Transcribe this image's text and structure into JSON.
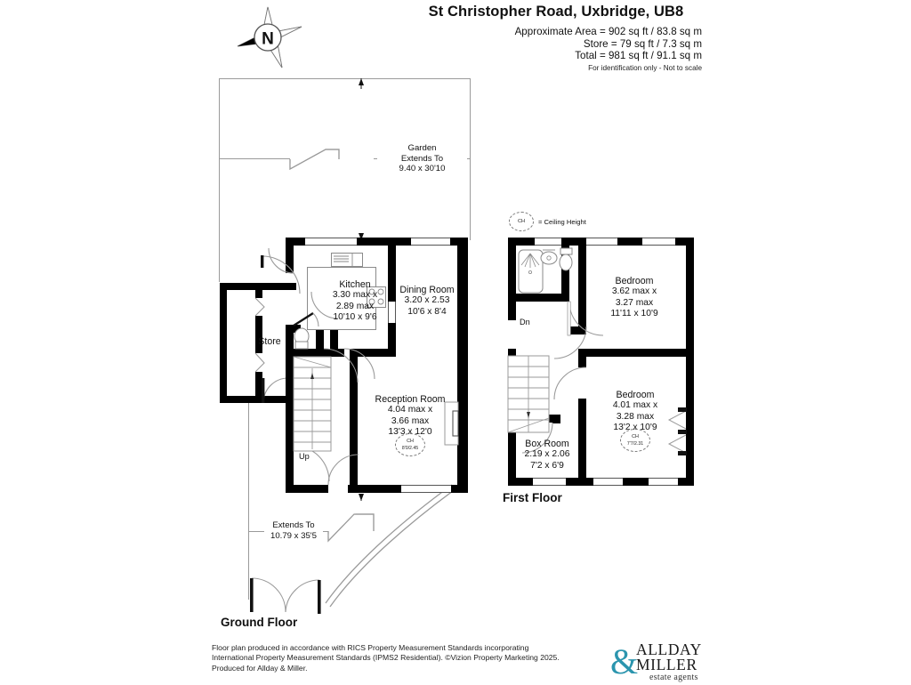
{
  "header": {
    "title": "St Christopher Road, Uxbridge, UB8",
    "approx_area": "Approximate Area = 902 sq ft / 83.8 sq m",
    "store_area": "Store = 79 sq ft / 7.3 sq m",
    "total_area": "Total = 981 sq ft / 91.1 sq m",
    "disclaimer": "For identification only - Not to scale"
  },
  "compass": {
    "label": "N"
  },
  "legend": {
    "ch_abbr": "CH",
    "ch_meaning": "=  Ceiling Height"
  },
  "ground_floor": {
    "name": "Ground Floor",
    "garden": {
      "line1": "Garden",
      "line2": "Extends To",
      "line3": "9.40 x 30'10"
    },
    "front_extent": {
      "line1": "Extends To",
      "line2": "10.79 x 35'5"
    },
    "rooms": [
      {
        "name": "Kitchen",
        "metric_max_1": "3.30 max x",
        "metric_max_2": "2.89 max",
        "imperial": "10'10 x 9'6"
      },
      {
        "name": "Dining Room",
        "metric": "3.20 x 2.53",
        "imperial": "10'6 x 8'4"
      },
      {
        "name": "Reception Room",
        "metric_max_1": "4.04 max x",
        "metric_max_2": "3.66 max",
        "imperial": "13'3 x 12'0",
        "ceiling_height_abbr": "CH",
        "ceiling_height": "8'0/2.45"
      },
      {
        "name": "Store"
      }
    ],
    "stairs_label": "Up"
  },
  "first_floor": {
    "name": "First Floor",
    "rooms": [
      {
        "name": "Bedroom",
        "metric_max_1": "3.62 max x",
        "metric_max_2": "3.27 max",
        "imperial": "11'11 x 10'9"
      },
      {
        "name": "Bedroom",
        "metric_max_1": "4.01 max x",
        "metric_max_2": "3.28 max",
        "imperial": "13'2 x 10'9",
        "ceiling_height_abbr": "CH",
        "ceiling_height": "7'7/2.31"
      },
      {
        "name": "Box Room",
        "metric": "2.19 x 2.06",
        "imperial": "7'2 x 6'9"
      }
    ],
    "stairs_label": "Dn"
  },
  "footer": {
    "line1": "Floor plan produced in accordance with RICS Property Measurement Standards incorporating",
    "line2": "International Property Measurement Standards (IPMS2 Residential). ©Vizion Property Marketing 2025.",
    "line3": "Produced for Allday & Miller."
  },
  "logo": {
    "ampersand": "&",
    "line1": "ALLDAY",
    "line2": "MILLER",
    "tagline": "estate agents",
    "accent_color": "#2b95ae"
  },
  "colors": {
    "wall": "#000000",
    "thin_line": "#9a9a9a",
    "fixture_stroke": "#8a8a8a",
    "text": "#111111",
    "background": "#ffffff"
  }
}
